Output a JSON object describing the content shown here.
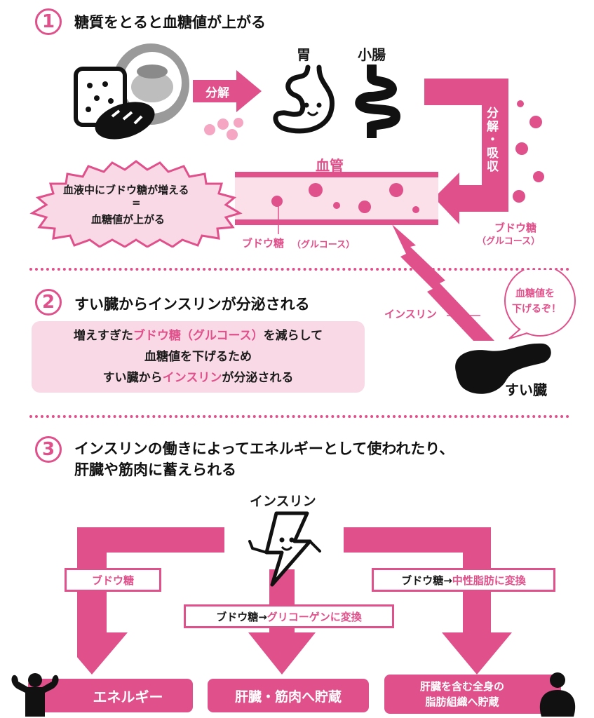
{
  "section1": {
    "number": "1",
    "heading": "糖質をとると血糖値が上がる",
    "arrow_label": "分解",
    "stomach": "胃",
    "intestine": "小腸",
    "absorb_label": "分解・吸収",
    "glucose_label_right": "ブドウ糖",
    "glucose_label_right_sub": "（グルコース）",
    "vessel_label": "血管",
    "glucose_label_vessel": "ブドウ糖",
    "glucose_label_vessel_sub": "（グルコース）",
    "burst_line1": "血液中にブドウ糖が増える",
    "burst_line2": "=",
    "burst_line3": "血糖値が上がる"
  },
  "section2": {
    "number": "2",
    "heading": "すい臓からインスリンが分泌される",
    "box": {
      "line1_a": "増えすぎた",
      "line1_b": "ブドウ糖（グルコース）",
      "line1_c": "を減らして",
      "line2": "血糖値を下げるため",
      "line3_a": "すい臓から",
      "line3_b": "インスリン",
      "line3_c": "が分泌される"
    },
    "insulin_label": "インスリン",
    "speech_line1": "血糖値を",
    "speech_line2": "下げるぞ！",
    "pancreas_label": "すい臓"
  },
  "section3": {
    "number": "3",
    "heading_line1": "インスリンの働きによってエネルギーとして使われたり、",
    "heading_line2": "肝臓や筋肉に蓄えられる",
    "insulin_label": "インスリン",
    "left_label": "ブドウ糖",
    "mid_label_a": "ブドウ糖→",
    "mid_label_b": "グリコーゲンに変換",
    "right_label_a": "ブドウ糖→",
    "right_label_b": "中性脂肪に変換",
    "dest_left": "エネルギー",
    "dest_mid": "肝臓・筋肉へ貯蔵",
    "dest_right_line1": "肝臓を含む全身の",
    "dest_right_line2": "脂肪組織へ貯蔵"
  },
  "colors": {
    "accent": "#e0508a",
    "light_pink": "#f9d9e6",
    "dark": "#1a1a1a"
  }
}
